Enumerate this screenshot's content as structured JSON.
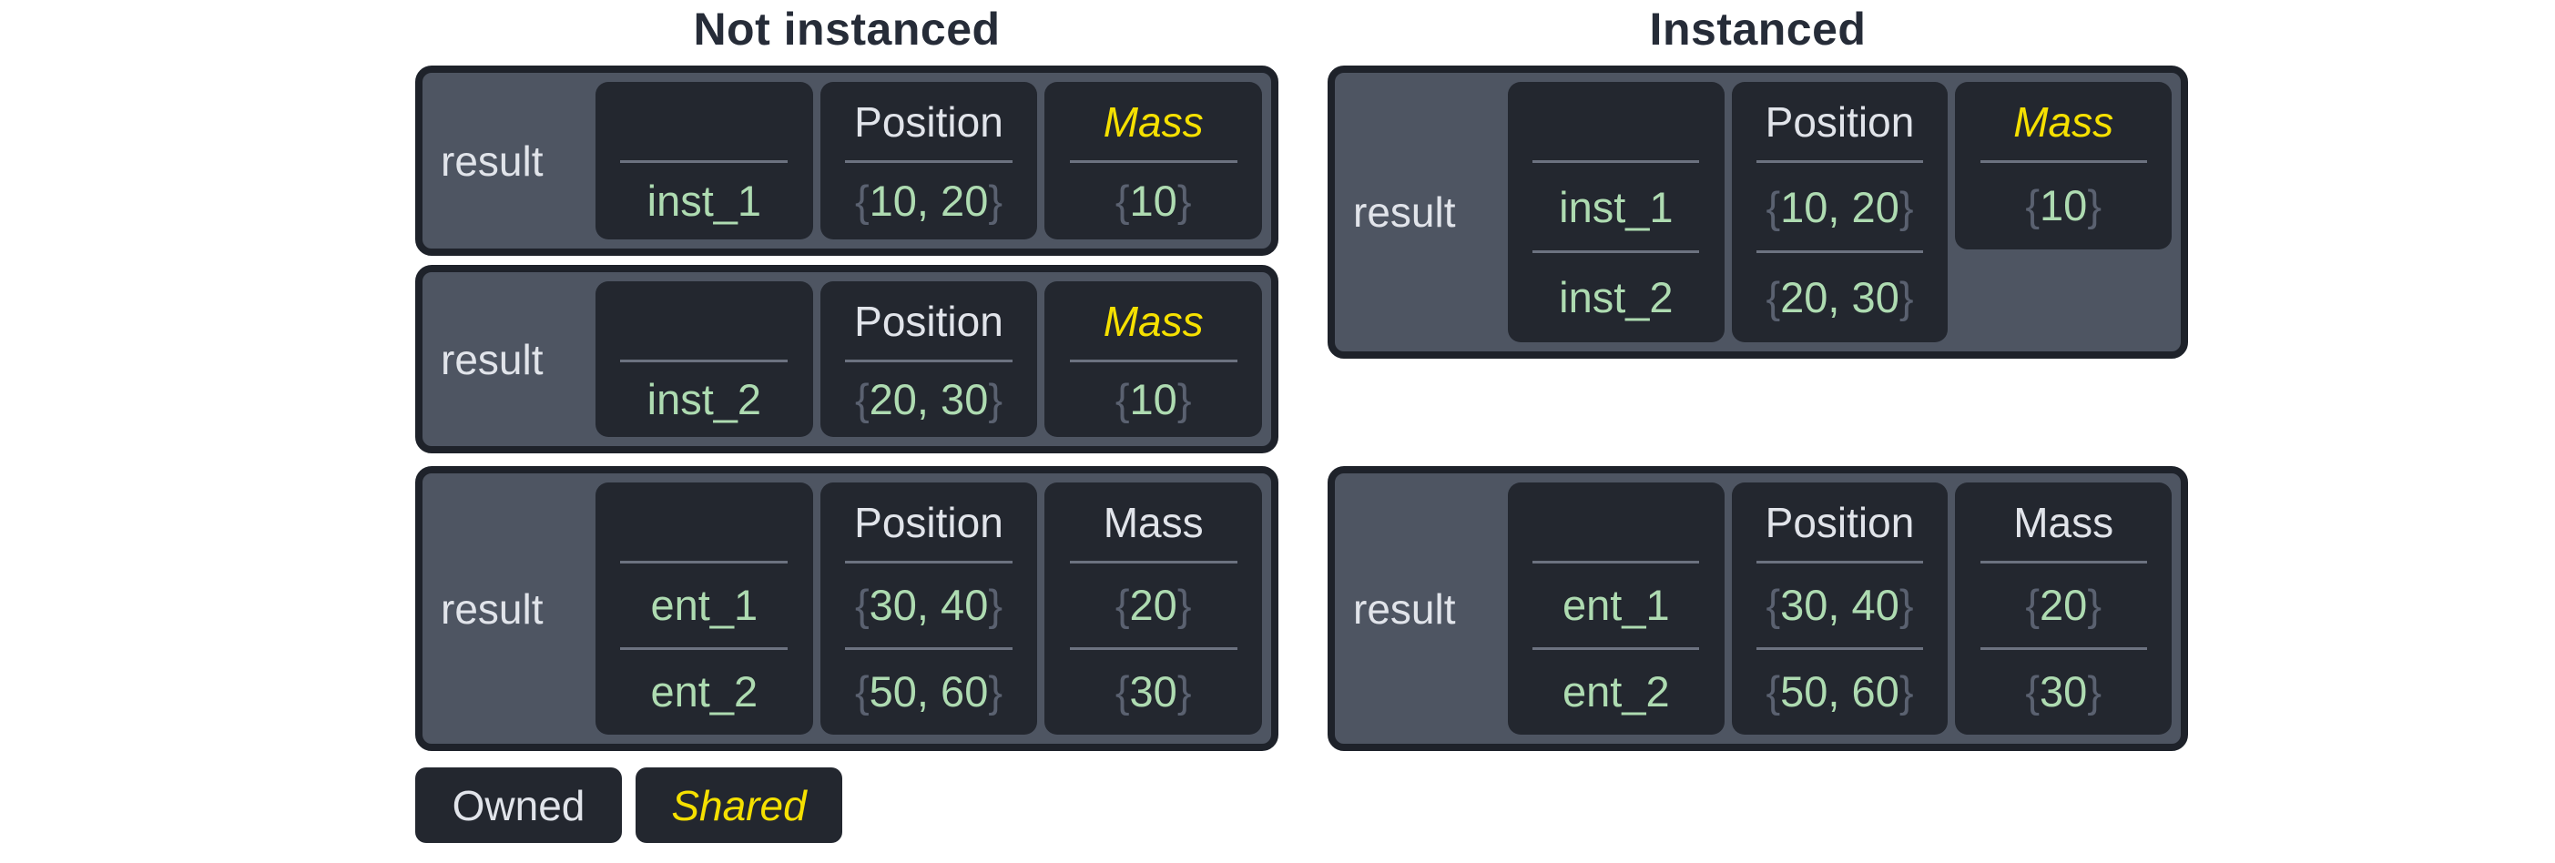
{
  "colors": {
    "panel_bg": "#4e5562",
    "panel_border": "#1e222a",
    "cell_bg": "#23272f",
    "divider": "#6c7280",
    "owned_text": "#e1e4ea",
    "shared_text": "#f5e000",
    "value_text": "#aedbb1",
    "brace_text": "#5a6170",
    "title_text": "#262c38",
    "page_bg": "#ffffff"
  },
  "groups": [
    {
      "title": "Not instanced",
      "boxes": [
        {
          "label": "result",
          "columns": [
            {
              "header": "",
              "shared": false,
              "short": false,
              "values": [
                {
                  "text": "inst_1",
                  "braces": false
                }
              ]
            },
            {
              "header": "Position",
              "shared": false,
              "short": false,
              "values": [
                {
                  "text": "10, 20",
                  "braces": true
                }
              ]
            },
            {
              "header": "Mass",
              "shared": true,
              "short": false,
              "values": [
                {
                  "text": "10",
                  "braces": true
                }
              ]
            }
          ]
        },
        {
          "label": "result",
          "columns": [
            {
              "header": "",
              "shared": false,
              "short": false,
              "values": [
                {
                  "text": "inst_2",
                  "braces": false
                }
              ]
            },
            {
              "header": "Position",
              "shared": false,
              "short": false,
              "values": [
                {
                  "text": "20, 30",
                  "braces": true
                }
              ]
            },
            {
              "header": "Mass",
              "shared": true,
              "short": false,
              "values": [
                {
                  "text": "10",
                  "braces": true
                }
              ]
            }
          ]
        },
        {
          "label": "result",
          "columns": [
            {
              "header": "",
              "shared": false,
              "short": false,
              "values": [
                {
                  "text": "ent_1",
                  "braces": false
                },
                {
                  "text": "ent_2",
                  "braces": false
                }
              ]
            },
            {
              "header": "Position",
              "shared": false,
              "short": false,
              "values": [
                {
                  "text": "30, 40",
                  "braces": true
                },
                {
                  "text": "50, 60",
                  "braces": true
                }
              ]
            },
            {
              "header": "Mass",
              "shared": false,
              "short": false,
              "values": [
                {
                  "text": "20",
                  "braces": true
                },
                {
                  "text": "30",
                  "braces": true
                }
              ]
            }
          ]
        }
      ]
    },
    {
      "title": "Instanced",
      "boxes": [
        {
          "label": "result",
          "columns": [
            {
              "header": "",
              "shared": false,
              "short": false,
              "values": [
                {
                  "text": "inst_1",
                  "braces": false
                },
                {
                  "text": "inst_2",
                  "braces": false
                }
              ]
            },
            {
              "header": "Position",
              "shared": false,
              "short": false,
              "values": [
                {
                  "text": "10, 20",
                  "braces": true
                },
                {
                  "text": "20, 30",
                  "braces": true
                }
              ]
            },
            {
              "header": "Mass",
              "shared": true,
              "short": true,
              "values": [
                {
                  "text": "10",
                  "braces": true
                }
              ]
            }
          ]
        },
        {
          "label": "result",
          "columns": [
            {
              "header": "",
              "shared": false,
              "short": false,
              "values": [
                {
                  "text": "ent_1",
                  "braces": false
                },
                {
                  "text": "ent_2",
                  "braces": false
                }
              ]
            },
            {
              "header": "Position",
              "shared": false,
              "short": false,
              "values": [
                {
                  "text": "30, 40",
                  "braces": true
                },
                {
                  "text": "50, 60",
                  "braces": true
                }
              ]
            },
            {
              "header": "Mass",
              "shared": false,
              "short": false,
              "values": [
                {
                  "text": "20",
                  "braces": true
                },
                {
                  "text": "30",
                  "braces": true
                }
              ]
            }
          ]
        }
      ]
    }
  ],
  "legend": {
    "items": [
      {
        "label": "Owned",
        "shared": false
      },
      {
        "label": "Shared",
        "shared": true
      }
    ]
  },
  "symbols": {
    "open_brace": "{",
    "close_brace": "}"
  }
}
